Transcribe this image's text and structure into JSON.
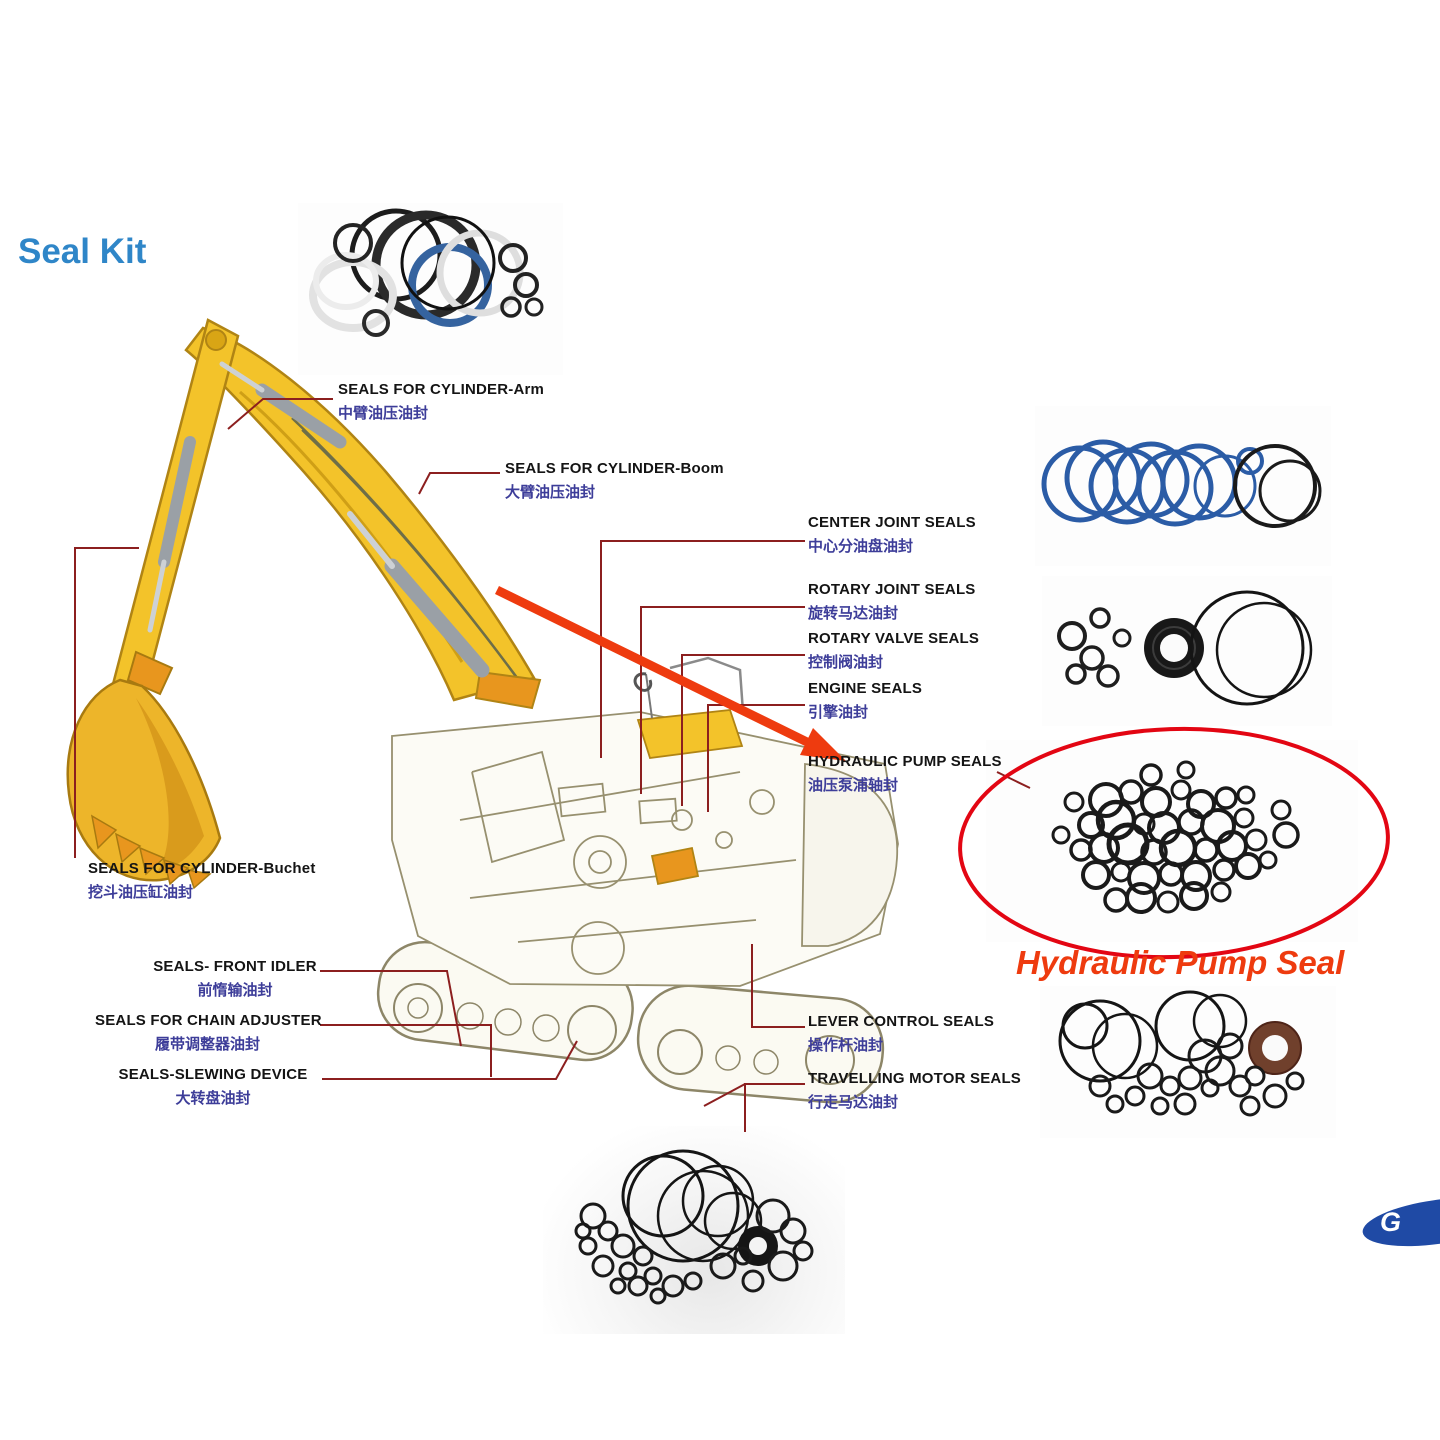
{
  "title": "Seal Kit",
  "callout": "Hydraulic Pump Seal",
  "logo_letter": "G",
  "colors": {
    "accent_red": "#ee3b0f",
    "annotation_red": "#e30613",
    "connector_maroon": "#8c1f1f",
    "title_blue": "#2f86c8",
    "chinese_blue": "#3d3d99",
    "machine_yellow": "#f3c32a",
    "logo_blue": "#1f4aa5"
  },
  "labels": {
    "cylinder_arm": {
      "en": "SEALS FOR CYLINDER-Arm",
      "zh": "中臂油压油封"
    },
    "cylinder_boom": {
      "en": "SEALS FOR CYLINDER-Boom",
      "zh": "大臂油压油封"
    },
    "center_joint": {
      "en": "CENTER JOINT SEALS",
      "zh": "中心分油盘油封"
    },
    "rotary_joint": {
      "en": "ROTARY JOINT SEALS",
      "zh": "旋转马达油封"
    },
    "rotary_valve": {
      "en": "ROTARY VALVE SEALS",
      "zh": "控制阀油封"
    },
    "engine": {
      "en": "ENGINE SEALS",
      "zh": "引擎油封"
    },
    "hydraulic_pump": {
      "en": "HYDRAULIC PUMP SEALS",
      "zh": "油压泵浦轴封"
    },
    "lever_control": {
      "en": "LEVER CONTROL SEALS",
      "zh": "操作杆油封"
    },
    "travelling_motor": {
      "en": "TRAVELLING MOTOR SEALS",
      "zh": "行走马达油封"
    },
    "cylinder_bucket": {
      "en": "SEALS FOR CYLINDER-Buchet",
      "zh": "挖斗油压缸油封"
    },
    "front_idler": {
      "en": "SEALS- FRONT IDLER",
      "zh": "前惰输油封"
    },
    "chain_adjuster": {
      "en": "SEALS FOR CHAIN ADJUSTER",
      "zh": "履带调整器油封"
    },
    "slewing_device": {
      "en": "SEALS-SLEWING DEVICE",
      "zh": "大转盘油封"
    }
  }
}
